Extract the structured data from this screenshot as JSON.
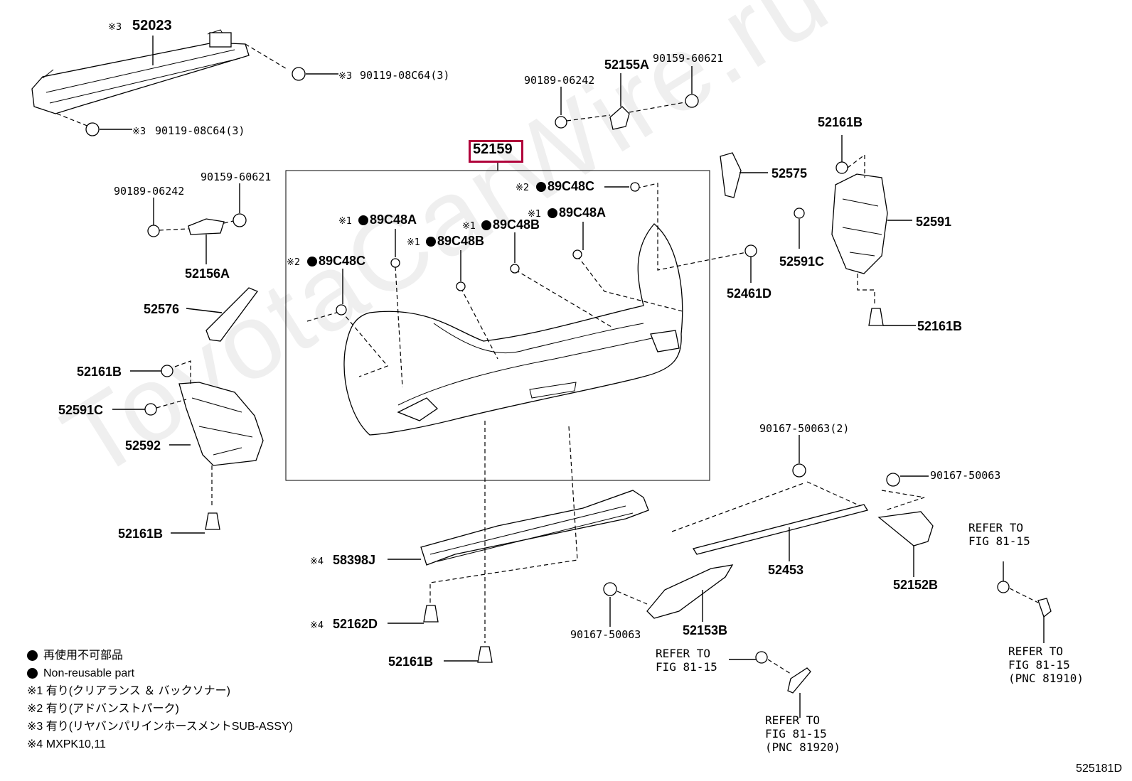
{
  "watermark": "ToyotaCarWire.ru",
  "diagram_code": "525181D",
  "main_part": "52159",
  "callouts": {
    "c52023": "52023",
    "c52023_mark": "※3",
    "bolt_top": "90119-08C64(3)",
    "bolt_top_mark": "※3",
    "bolt_left": "90119-08C64(3)",
    "bolt_left_mark": "※3",
    "c90189_top": "90189-06242",
    "c52155A": "52155A",
    "c90159_top": "90159-60621",
    "c90189_left": "90189-06242",
    "c90159_left": "90159-60621",
    "c52156A": "52156A",
    "c52576": "52576",
    "c52575": "52575",
    "c52161B_tr": "52161B",
    "c52591": "52591",
    "c52591C_r": "52591C",
    "c52461D": "52461D",
    "c52161B_r": "52161B",
    "c52161B_l": "52161B",
    "c52591C_l": "52591C",
    "c52592": "52592",
    "c52161B_bl": "52161B",
    "c58398J": "58398J",
    "c58398J_mark": "※4",
    "c52162D": "52162D",
    "c52162D_mark": "※4",
    "c52161B_bot": "52161B",
    "c90167_2": "90167-50063(2)",
    "c90167_r": "90167-50063",
    "c52453": "52453",
    "c52152B": "52152B",
    "c90167_b": "90167-50063",
    "c52153B": "52153B",
    "s1": "89C48C",
    "s1_mark": "※2",
    "s2": "89C48A",
    "s2_mark": "※1",
    "s3": "89C48A",
    "s3_mark": "※1",
    "s4": "89C48B",
    "s4_mark": "※1",
    "s5": "89C48B",
    "s5_mark": "※1",
    "s6": "89C48C",
    "s6_mark": "※2"
  },
  "refers": {
    "r1_a": "REFER TO",
    "r1_b": "FIG 81-15",
    "r2_a": "REFER TO",
    "r2_b": "FIG 81-15",
    "r2_c": "(PNC 81910)",
    "r3_a": "REFER TO",
    "r3_b": "FIG 81-15",
    "r4_a": "REFER TO",
    "r4_b": "FIG 81-15",
    "r4_c": "(PNC 81920)"
  },
  "legend": {
    "jp": "再使用不可部品",
    "en": "Non-reusable part",
    "n1": "※1 有り(クリアランス ＆ バックソナー)",
    "n2": "※2 有り(アドバンストパーク)",
    "n3": "※3 有り(リヤバンパリインホースメントSUB-ASSY)",
    "n4": "※4 MXPK10,11"
  }
}
